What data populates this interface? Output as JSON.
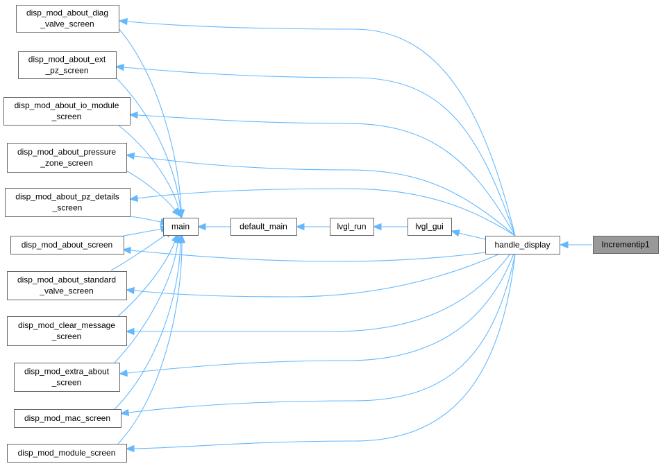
{
  "graph": {
    "edge_color": "#63b8ff",
    "node_border": "#666666",
    "focus_node_fill": "#999999",
    "nodes": [
      {
        "id": "n_diag",
        "lines": [
          "disp_mod_about_diag",
          "_valve_screen"
        ]
      },
      {
        "id": "n_ext",
        "lines": [
          "disp_mod_about_ext",
          "_pz_screen"
        ]
      },
      {
        "id": "n_io",
        "lines": [
          "disp_mod_about_io_module",
          "_screen"
        ]
      },
      {
        "id": "n_press",
        "lines": [
          "disp_mod_about_pressure",
          "_zone_screen"
        ]
      },
      {
        "id": "n_pzd",
        "lines": [
          "disp_mod_about_pz_details",
          "_screen"
        ]
      },
      {
        "id": "n_about",
        "lines": [
          "disp_mod_about_screen"
        ]
      },
      {
        "id": "n_std",
        "lines": [
          "disp_mod_about_standard",
          "_valve_screen"
        ]
      },
      {
        "id": "n_clear",
        "lines": [
          "disp_mod_clear_message",
          "_screen"
        ]
      },
      {
        "id": "n_extra",
        "lines": [
          "disp_mod_extra_about",
          "_screen"
        ]
      },
      {
        "id": "n_mac",
        "lines": [
          "disp_mod_mac_screen"
        ]
      },
      {
        "id": "n_module",
        "lines": [
          "disp_mod_module_screen"
        ]
      },
      {
        "id": "n_main",
        "lines": [
          "main"
        ]
      },
      {
        "id": "n_default",
        "lines": [
          "default_main"
        ]
      },
      {
        "id": "n_lvglrun",
        "lines": [
          "lvgl_run"
        ]
      },
      {
        "id": "n_lvglgui",
        "lines": [
          "lvgl_gui"
        ]
      },
      {
        "id": "n_handle",
        "lines": [
          "handle_display"
        ]
      },
      {
        "id": "n_incr",
        "lines": [
          "Incrementip1"
        ],
        "focus": true
      }
    ],
    "edges": [
      {
        "from": "n_incr",
        "to": "n_handle"
      },
      {
        "from": "n_handle",
        "to": "n_lvglgui"
      },
      {
        "from": "n_lvglgui",
        "to": "n_lvglrun"
      },
      {
        "from": "n_lvglrun",
        "to": "n_default"
      },
      {
        "from": "n_default",
        "to": "n_main"
      },
      {
        "from": "n_handle",
        "to": "n_diag"
      },
      {
        "from": "n_handle",
        "to": "n_ext"
      },
      {
        "from": "n_handle",
        "to": "n_io"
      },
      {
        "from": "n_handle",
        "to": "n_press"
      },
      {
        "from": "n_handle",
        "to": "n_pzd"
      },
      {
        "from": "n_handle",
        "to": "n_about"
      },
      {
        "from": "n_handle",
        "to": "n_std"
      },
      {
        "from": "n_handle",
        "to": "n_clear"
      },
      {
        "from": "n_handle",
        "to": "n_extra"
      },
      {
        "from": "n_handle",
        "to": "n_mac"
      },
      {
        "from": "n_handle",
        "to": "n_module"
      },
      {
        "from": "n_diag",
        "to": "n_main"
      },
      {
        "from": "n_ext",
        "to": "n_main"
      },
      {
        "from": "n_io",
        "to": "n_main"
      },
      {
        "from": "n_press",
        "to": "n_main"
      },
      {
        "from": "n_pzd",
        "to": "n_main"
      },
      {
        "from": "n_about",
        "to": "n_main"
      },
      {
        "from": "n_std",
        "to": "n_main"
      },
      {
        "from": "n_clear",
        "to": "n_main"
      },
      {
        "from": "n_extra",
        "to": "n_main"
      },
      {
        "from": "n_mac",
        "to": "n_main"
      },
      {
        "from": "n_module",
        "to": "n_main"
      }
    ]
  }
}
